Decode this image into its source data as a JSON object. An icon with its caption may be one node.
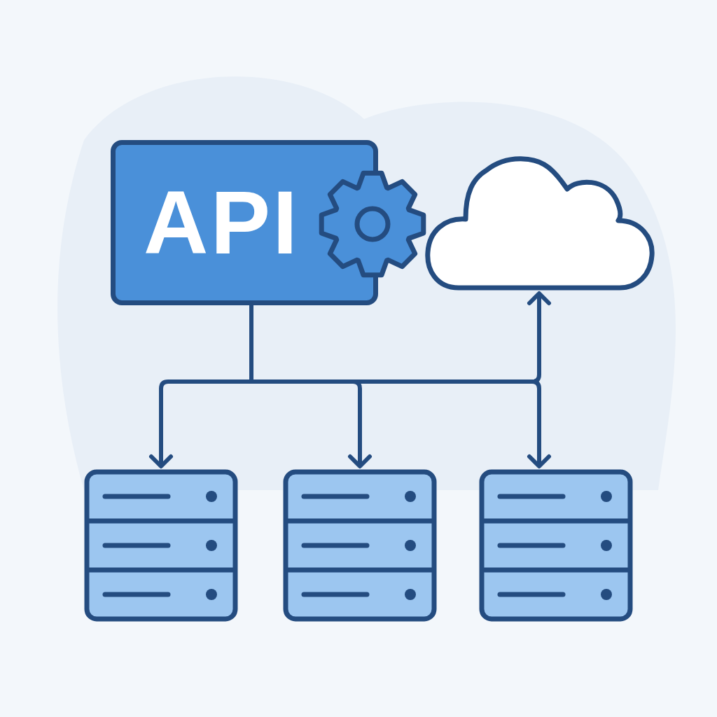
{
  "diagram": {
    "nodes": [
      {
        "text": [
          "API"
        ]
      },
      {
        "text": [],
        "shape": "cloud"
      },
      {
        "text": [],
        "shape": "server"
      },
      {
        "text": [],
        "shape": "server"
      },
      {
        "text": [],
        "shape": "server"
      }
    ],
    "edges": [
      {
        "from": 0,
        "to": 2,
        "arrow": "to"
      },
      {
        "from": 0,
        "to": 3,
        "arrow": "to"
      },
      {
        "from": 0,
        "to": 4,
        "arrow": "to"
      },
      {
        "from": 0,
        "to": 1,
        "arrow": "to"
      }
    ]
  }
}
